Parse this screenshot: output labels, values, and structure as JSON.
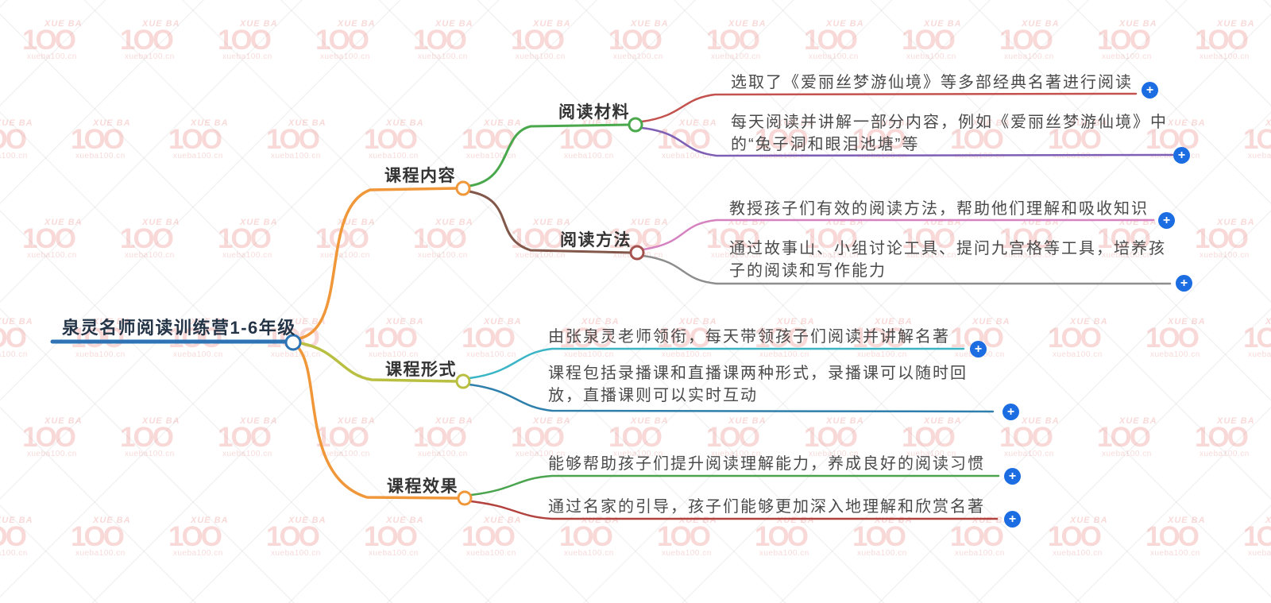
{
  "watermark": {
    "brand_top": "XUE BA",
    "brand_big": "1OO",
    "brand_url": "xueba100.cn",
    "color": "#e25853"
  },
  "icons": {
    "plus": "+"
  },
  "colors": {
    "root": "#2e74b5",
    "branch_content": "#f0973a",
    "branch_form": "#b9bf40",
    "branch_effect": "#f0973a",
    "node_material": "#49a84c",
    "node_method_line": "#82584b",
    "node_method_circle": "#a3524e",
    "leaf_red": "#c4524e",
    "leaf_purple": "#7e5fb5",
    "leaf_pink": "#d583c0",
    "leaf_gray": "#8d8d8d",
    "leaf_teal": "#3ab5c6",
    "leaf_blue": "#2e7fab",
    "leaf_green": "#4aa44e",
    "leaf_darkred": "#b2423e",
    "plus_button": "#1c6ce2"
  },
  "mindmap": {
    "root": {
      "label": "泉灵名师阅读训练营1-6年级"
    },
    "branches": [
      {
        "label": "课程内容",
        "children": [
          {
            "label": "阅读材料",
            "leaves": [
              {
                "text": "选取了《爱丽丝梦游仙境》等多部经典名著进行阅读"
              },
              {
                "text": "每天阅读并讲解一部分内容，例如《爱丽丝梦游仙境》中\n的“兔子洞和眼泪池塘”等"
              }
            ]
          },
          {
            "label": "阅读方法",
            "leaves": [
              {
                "text": "教授孩子们有效的阅读方法，帮助他们理解和吸收知识"
              },
              {
                "text": "通过故事山、小组讨论工具、提问九宫格等工具，培养孩\n子的阅读和写作能力"
              }
            ]
          }
        ]
      },
      {
        "label": "课程形式",
        "leaves": [
          {
            "text": "由张泉灵老师领衔，每天带领孩子们阅读并讲解名著"
          },
          {
            "text": "课程包括录播课和直播课两种形式，录播课可以随时回\n放，直播课则可以实时互动"
          }
        ]
      },
      {
        "label": "课程效果",
        "leaves": [
          {
            "text": "能够帮助孩子们提升阅读理解能力，养成良好的阅读习惯"
          },
          {
            "text": "通过名家的引导，孩子们能够更加深入地理解和欣赏名著"
          }
        ]
      }
    ]
  }
}
